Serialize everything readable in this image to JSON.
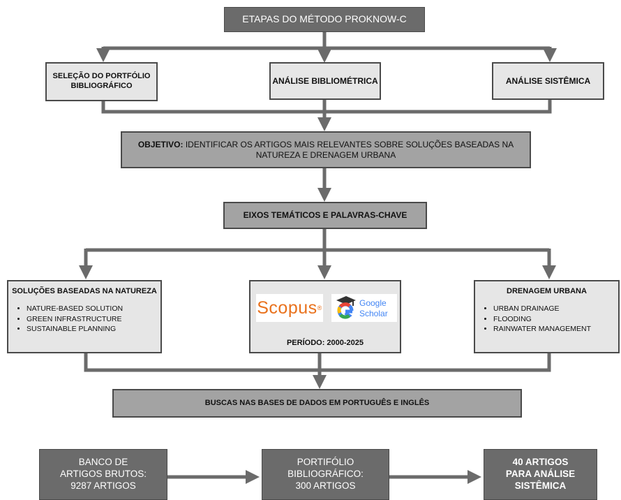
{
  "title": "ETAPAS DO MÉTODO PROKNOW-C",
  "stages": [
    {
      "label": "SELEÇÃO DO PORTFÓLIO BIBLIOGRÁFICO"
    },
    {
      "label": "ANÁLISE BIBLIOMÉTRICA"
    },
    {
      "label": "ANÁLISE SISTÊMICA"
    }
  ],
  "objective": {
    "prefix": "OBJETIVO:",
    "text": "IDENTIFICAR OS ARTIGOS MAIS RELEVANTES SOBRE SOLUÇÕES BASEADAS NA NATUREZA E DRENAGEM URBANA"
  },
  "themes_box": "EIXOS TEMÁTICOS E PALAVRAS-CHAVE",
  "nbs": {
    "title": "SOLUÇÕES BASEADAS NA NATUREZA",
    "keywords": [
      "NATURE-BASED SOLUTION",
      "GREEN INFRASTRUCTURE",
      "SUSTAINABLE PLANNING"
    ]
  },
  "databases": {
    "scopus_logo": "Scopus",
    "scholar_logo_line1": "Google",
    "scholar_logo_line2": "Scholar",
    "period": "PERÍODO: 2000-2025"
  },
  "drainage": {
    "title": "DRENAGEM URBANA",
    "keywords": [
      "URBAN DRAINAGE",
      "FLOODING",
      "RAINWATER MANAGEMENT"
    ]
  },
  "search_box": "BUSCAS NAS BASES DE DADOS EM PORTUGUÊS E INGLÊS",
  "pipeline": [
    {
      "line1": "BANCO DE",
      "line2": "ARTIGOS BRUTOS:",
      "line3": "9287 ARTIGOS"
    },
    {
      "line1": "PORTIFÓLIO",
      "line2": "BIBLIOGRÁFICO:",
      "line3": "300 ARTIGOS"
    },
    {
      "line1": "40 ARTIGOS",
      "line2": "PARA ANÁLISE",
      "line3": "SISTÊMICA"
    }
  ],
  "colors": {
    "dark": "#6b6b6b",
    "light": "#e6e6e6",
    "mid": "#a3a3a3",
    "arrow": "#6b6b6b",
    "scopus": "#e9711c"
  }
}
